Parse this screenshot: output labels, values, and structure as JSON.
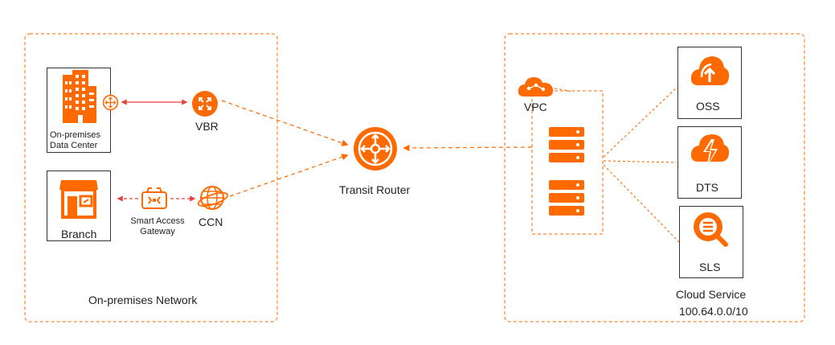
{
  "colors": {
    "accent": "#ff6a00",
    "connector": "#e8423a",
    "border": "#333333"
  },
  "regions": {
    "onprem": {
      "label": "On-premises Network"
    },
    "cloud": {
      "label": "Cloud Service",
      "cidr": "100.64.0.0/10"
    }
  },
  "nodes": {
    "idc": {
      "label_line1": "On-premises",
      "label_line2": "Data Center",
      "icon": "building-icon"
    },
    "branch": {
      "label": "Branch",
      "icon": "storefront-icon"
    },
    "vbr": {
      "label": "VBR",
      "icon": "router-icon"
    },
    "sag": {
      "label_line1": "Smart Access",
      "label_line2": "Gateway",
      "icon": "gateway-icon"
    },
    "ccn": {
      "label": "CCN",
      "icon": "globe-icon"
    },
    "transit_router": {
      "label": "Transit Router",
      "icon": "transit-router-icon"
    },
    "vpc": {
      "label": "VPC",
      "icon": "cloud-icon"
    },
    "oss": {
      "label": "OSS",
      "icon": "oss-icon"
    },
    "dts": {
      "label": "DTS",
      "icon": "dts-icon"
    },
    "sls": {
      "label": "SLS",
      "icon": "sls-icon"
    }
  }
}
